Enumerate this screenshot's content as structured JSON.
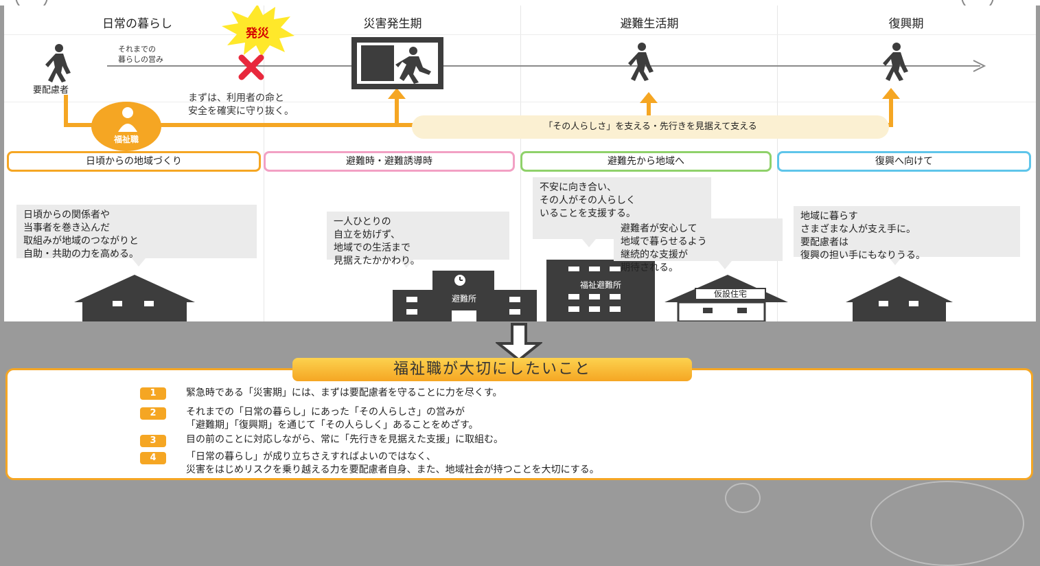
{
  "phases": {
    "daily": "日常の暮らし",
    "disaster": "災害発生期",
    "evacuation": "避難生活期",
    "recovery": "復興期"
  },
  "burst_label": "発災",
  "life_note": "それまでの\n暮らしの営み",
  "person_label": "要配慮者",
  "first_priority": "まずは、利用者の命と\n安全を確実に守り抜く。",
  "support_pill": "「その人らしさ」を支える・先行きを見据えて支える",
  "social_worker": "福祉職",
  "activities": [
    {
      "label": "日頃からの地域づくり",
      "color": "#f5a623"
    },
    {
      "label": "避難時・避難誘導時",
      "color": "#f2a0c4"
    },
    {
      "label": "避難先から地域へ",
      "color": "#8fd16a"
    },
    {
      "label": "復興へ向けて",
      "color": "#5ec5ea"
    }
  ],
  "bubbles": {
    "daily": "日頃からの関係者や\n当事者を巻き込んだ\n取組みが地域のつながりと\n自助・共助の力を高める。",
    "disaster": "一人ひとりの\n自立を妨げず、\n地域での生活まで\n見据えたかかわり。",
    "evac_top": "不安に向き合い、\nその人がその人らしく\nいることを支援する。",
    "evac_bottom": "避難者が安心して\n地域で暮らせるよう\n継続的な支援が\n期待される。",
    "recovery": "地域に暮らす\nさまざまな人が支え手に。\n要配慮者は\n復興の担い手にもなりうる。"
  },
  "buildings": {
    "shelter": "避難所",
    "welfare_shelter": "福祉避難所",
    "temporary_housing": "仮設住宅"
  },
  "heading": "福祉職が大切にしたいこと",
  "items": [
    {
      "num": "1",
      "text": "緊急時である「災害期」には、まずは要配慮者を守ることに力を尽くす。"
    },
    {
      "num": "2",
      "text": "それまでの「日常の暮らし」にあった「その人らしさ」の営みが\n「避難期」「復興期」を通じて「その人らしく」あることをめざす。"
    },
    {
      "num": "3",
      "text": "目の前のことに対応しながら、常に「先行きを見据えた支援」に取組む。"
    },
    {
      "num": "4",
      "text": "「日常の暮らし」が成り立ちさえすればよいのではなく、\n災害をはじめリスクを乗り越える力を要配慮者自身、また、地域社会が持つことを大切にする。"
    }
  ],
  "colors": {
    "accent": "#f5a623",
    "dark": "#3d3d3d",
    "cross": "#e8283c",
    "background": "#9a9a9a"
  }
}
